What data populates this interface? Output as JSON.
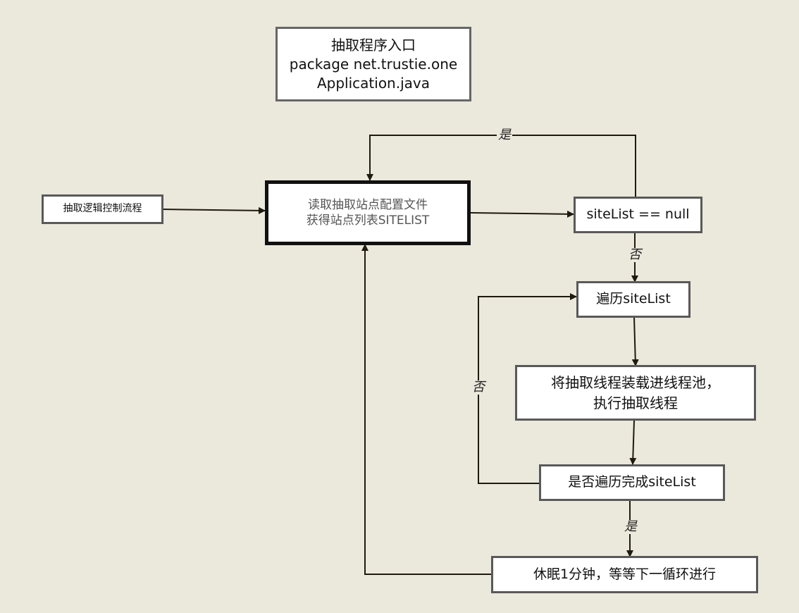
{
  "nodes": {
    "entry": {
      "line1": "抽取程序入口",
      "line2": "package net.trustie.one",
      "line3": "Application.java"
    },
    "control_flow": {
      "text": "抽取逻辑控制流程"
    },
    "read_config": {
      "line1": "读取抽取站点配置文件",
      "line2": "获得站点列表SITELIST"
    },
    "null_check": {
      "text": "siteList == null"
    },
    "iterate": {
      "text": "遍历siteList"
    },
    "load_threads": {
      "line1": "将抽取线程装载进线程池，",
      "line2": "执行抽取线程"
    },
    "iteration_done": {
      "text": "是否遍历完成siteList"
    },
    "sleep": {
      "text": "休眠1分钟，等等下一循环进行"
    }
  },
  "edge_labels": {
    "null_yes": "是",
    "null_no": "否",
    "loop_no": "否",
    "done_yes": "是"
  },
  "colors": {
    "background": "#ebe8dc",
    "arrow": "#1f1a10",
    "box_border": "#595959",
    "emphasis_border": "#111111"
  }
}
